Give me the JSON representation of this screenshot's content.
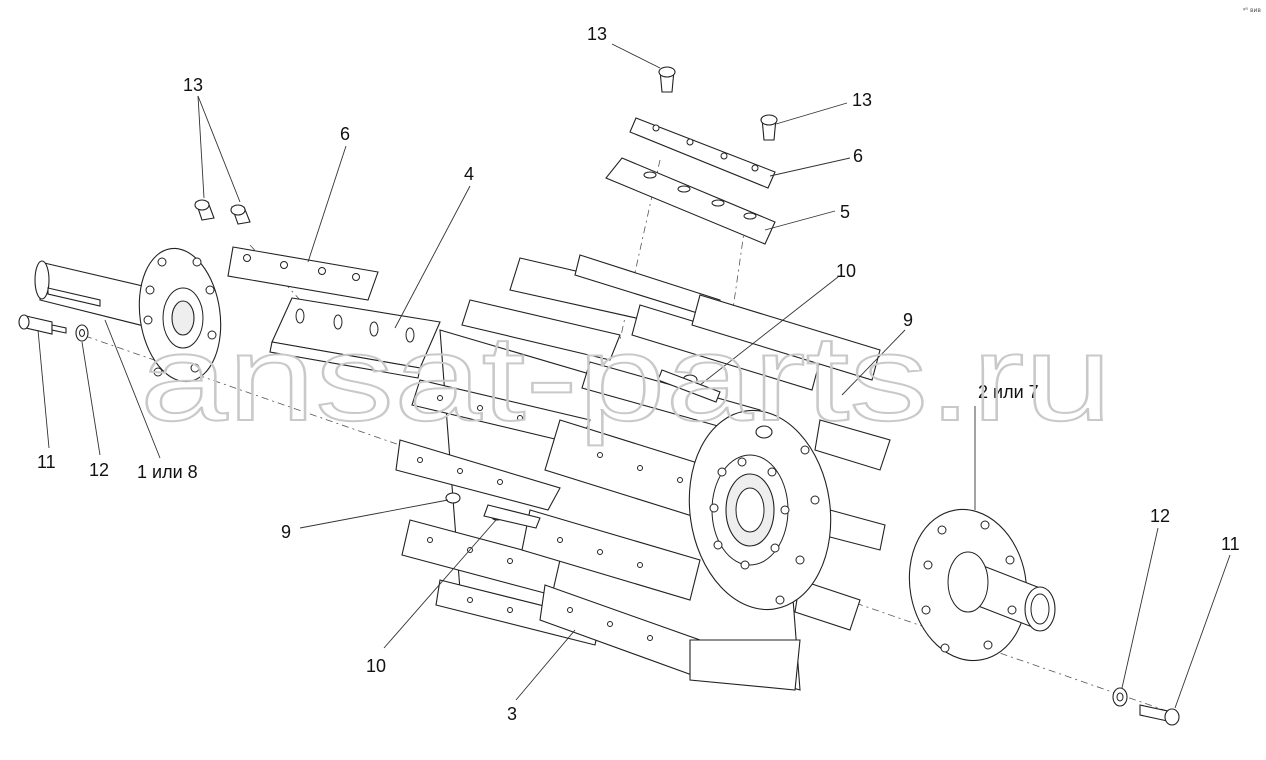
{
  "watermark": "ansat-parts.ru",
  "corner_mark": "ᵍᴿ ʙᴎʙ",
  "callouts": {
    "c13_top": "13",
    "c13_right": "13",
    "c13_left": "13",
    "c6_left": "6",
    "c6_right": "6",
    "c5": "5",
    "c4": "4",
    "c10_top": "10",
    "c10_bottom": "10",
    "c9_right": "9",
    "c9_left": "9",
    "c2or7": "2 или 7",
    "c11_left": "11",
    "c12_left": "12",
    "c1or8": "1 или 8",
    "c12_right": "12",
    "c11_right": "11",
    "c3": "3"
  }
}
